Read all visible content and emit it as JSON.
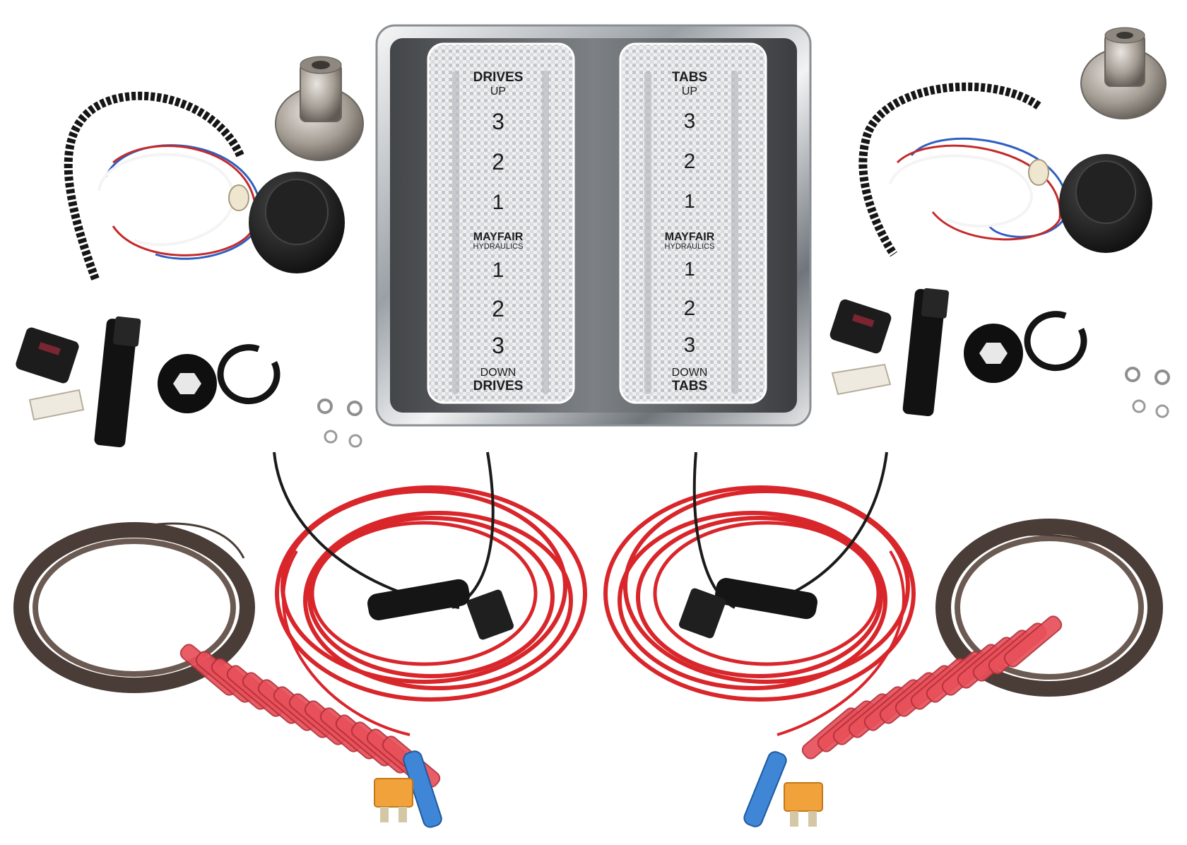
{
  "panel": {
    "brand": "MAYFAIR",
    "brand_sub": "HYDRAULICS",
    "left_pad": {
      "top_word": "DRIVES",
      "top_sub": "UP",
      "up_numbers": [
        "3",
        "2",
        "1"
      ],
      "down_numbers": [
        "1",
        "2",
        "3"
      ],
      "bottom_sub": "DOWN",
      "bottom_word": "DRIVES"
    },
    "right_pad": {
      "top_word": "TABS",
      "top_sub": "UP",
      "up_numbers": [
        "3",
        "2",
        "1"
      ],
      "down_numbers": [
        "1",
        "2",
        "3"
      ],
      "bottom_sub": "DOWN",
      "bottom_word": "TABS"
    }
  },
  "colors": {
    "wire_red": "#d8262b",
    "wire_brown": "#4a3c36",
    "steel": "#b9bcc0",
    "black_part": "#1b1b1b",
    "connector_red": "#e8505a",
    "connector_blue": "#3f86d6",
    "fuse_orange": "#f2a23a"
  }
}
